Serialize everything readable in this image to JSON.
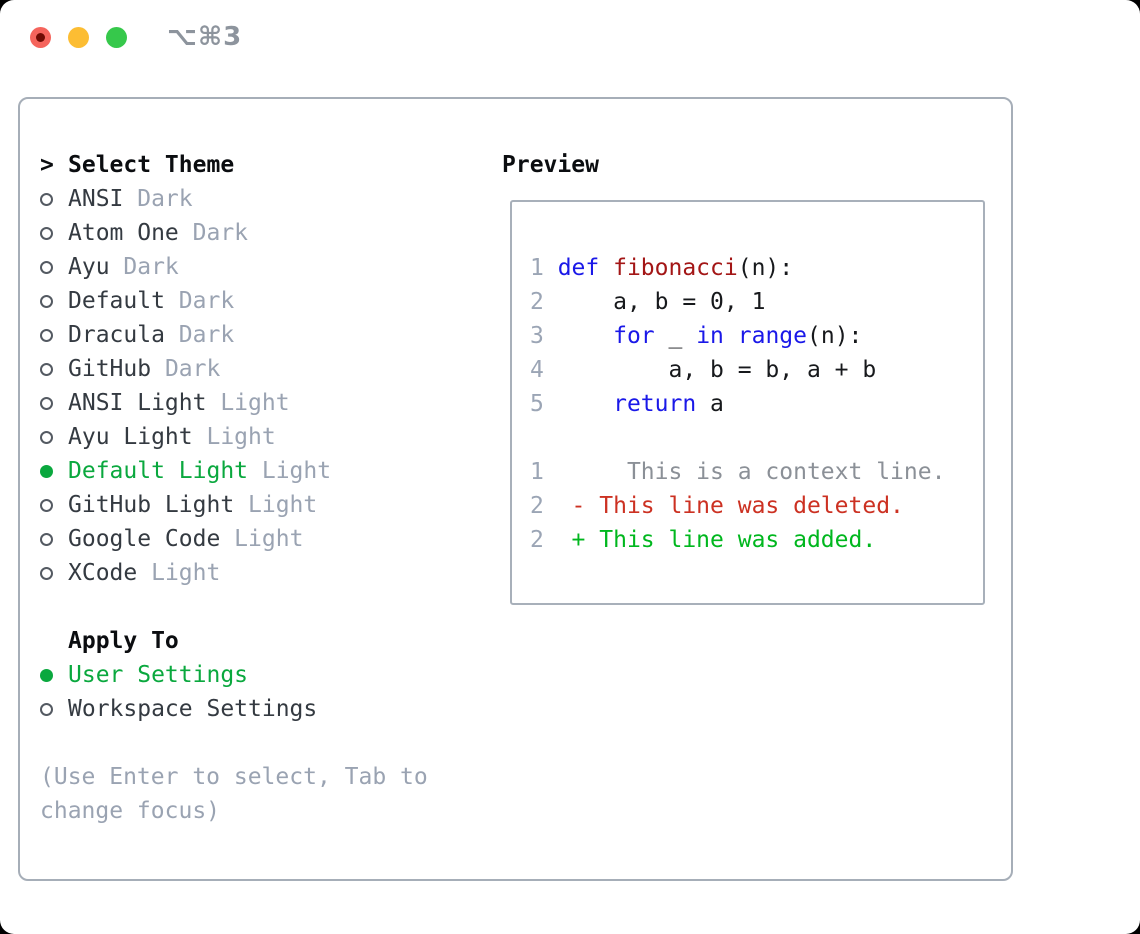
{
  "window": {
    "title": "⌥⌘3",
    "traffic_lights": [
      {
        "name": "close",
        "color": "#f5645c"
      },
      {
        "name": "minimize",
        "color": "#fcbd33"
      },
      {
        "name": "zoom",
        "color": "#36c84b"
      }
    ]
  },
  "theme_list": {
    "prompt": ">",
    "header": "Select Theme",
    "items": [
      {
        "name": "ANSI",
        "variant": "Dark",
        "selected": false
      },
      {
        "name": "Atom One",
        "variant": "Dark",
        "selected": false
      },
      {
        "name": "Ayu",
        "variant": "Dark",
        "selected": false
      },
      {
        "name": "Default",
        "variant": "Dark",
        "selected": false
      },
      {
        "name": "Dracula",
        "variant": "Dark",
        "selected": false
      },
      {
        "name": "GitHub",
        "variant": "Dark",
        "selected": false
      },
      {
        "name": "ANSI Light",
        "variant": "Light",
        "selected": false
      },
      {
        "name": "Ayu Light",
        "variant": "Light",
        "selected": false
      },
      {
        "name": "Default Light",
        "variant": "Light",
        "selected": true
      },
      {
        "name": "GitHub Light",
        "variant": "Light",
        "selected": false
      },
      {
        "name": "Google Code",
        "variant": "Light",
        "selected": false
      },
      {
        "name": "XCode",
        "variant": "Light",
        "selected": false
      }
    ]
  },
  "apply_to": {
    "header": "Apply To",
    "options": [
      {
        "name": "User Settings",
        "selected": true
      },
      {
        "name": "Workspace Settings",
        "selected": false
      }
    ]
  },
  "hint_lines": [
    "(Use Enter to select, Tab to",
    "change focus)"
  ],
  "preview": {
    "label": "Preview",
    "code_lines": [
      {
        "num": "1",
        "segments": [
          {
            "t": "def ",
            "c": "kw"
          },
          {
            "t": "fibonacci",
            "c": "fn"
          },
          {
            "t": "(n):",
            "c": "pl"
          }
        ]
      },
      {
        "num": "2",
        "segments": [
          {
            "t": "    a, b = 0, 1",
            "c": "pl"
          }
        ]
      },
      {
        "num": "3",
        "segments": [
          {
            "t": "    ",
            "c": "pl"
          },
          {
            "t": "for",
            "c": "kw"
          },
          {
            "t": " _ ",
            "c": "pl"
          },
          {
            "t": "in",
            "c": "kw"
          },
          {
            "t": " ",
            "c": "pl"
          },
          {
            "t": "range",
            "c": "kw"
          },
          {
            "t": "(n):",
            "c": "pl"
          }
        ]
      },
      {
        "num": "4",
        "segments": [
          {
            "t": "        a, b = b, a + b",
            "c": "pl"
          }
        ]
      },
      {
        "num": "5",
        "segments": [
          {
            "t": "    ",
            "c": "pl"
          },
          {
            "t": "return",
            "c": "kw"
          },
          {
            "t": " a",
            "c": "pl"
          }
        ]
      },
      {
        "num": "",
        "segments": []
      },
      {
        "num": "1",
        "segments": [
          {
            "t": "     This is a context line.",
            "c": "ctx"
          }
        ]
      },
      {
        "num": "2",
        "segments": [
          {
            "t": " - This line was deleted.",
            "c": "del"
          }
        ]
      },
      {
        "num": "2",
        "segments": [
          {
            "t": " + This line was added.",
            "c": "add"
          }
        ]
      }
    ]
  },
  "colors": {
    "selection_green": "#0aa83e",
    "diff_add_green": "#00b71e",
    "diff_del_red": "#cc3122",
    "keyword_blue": "#1a18e8",
    "function_red": "#a31616",
    "muted_gray": "#9aa3b2",
    "border_gray": "#a6aeb8"
  }
}
